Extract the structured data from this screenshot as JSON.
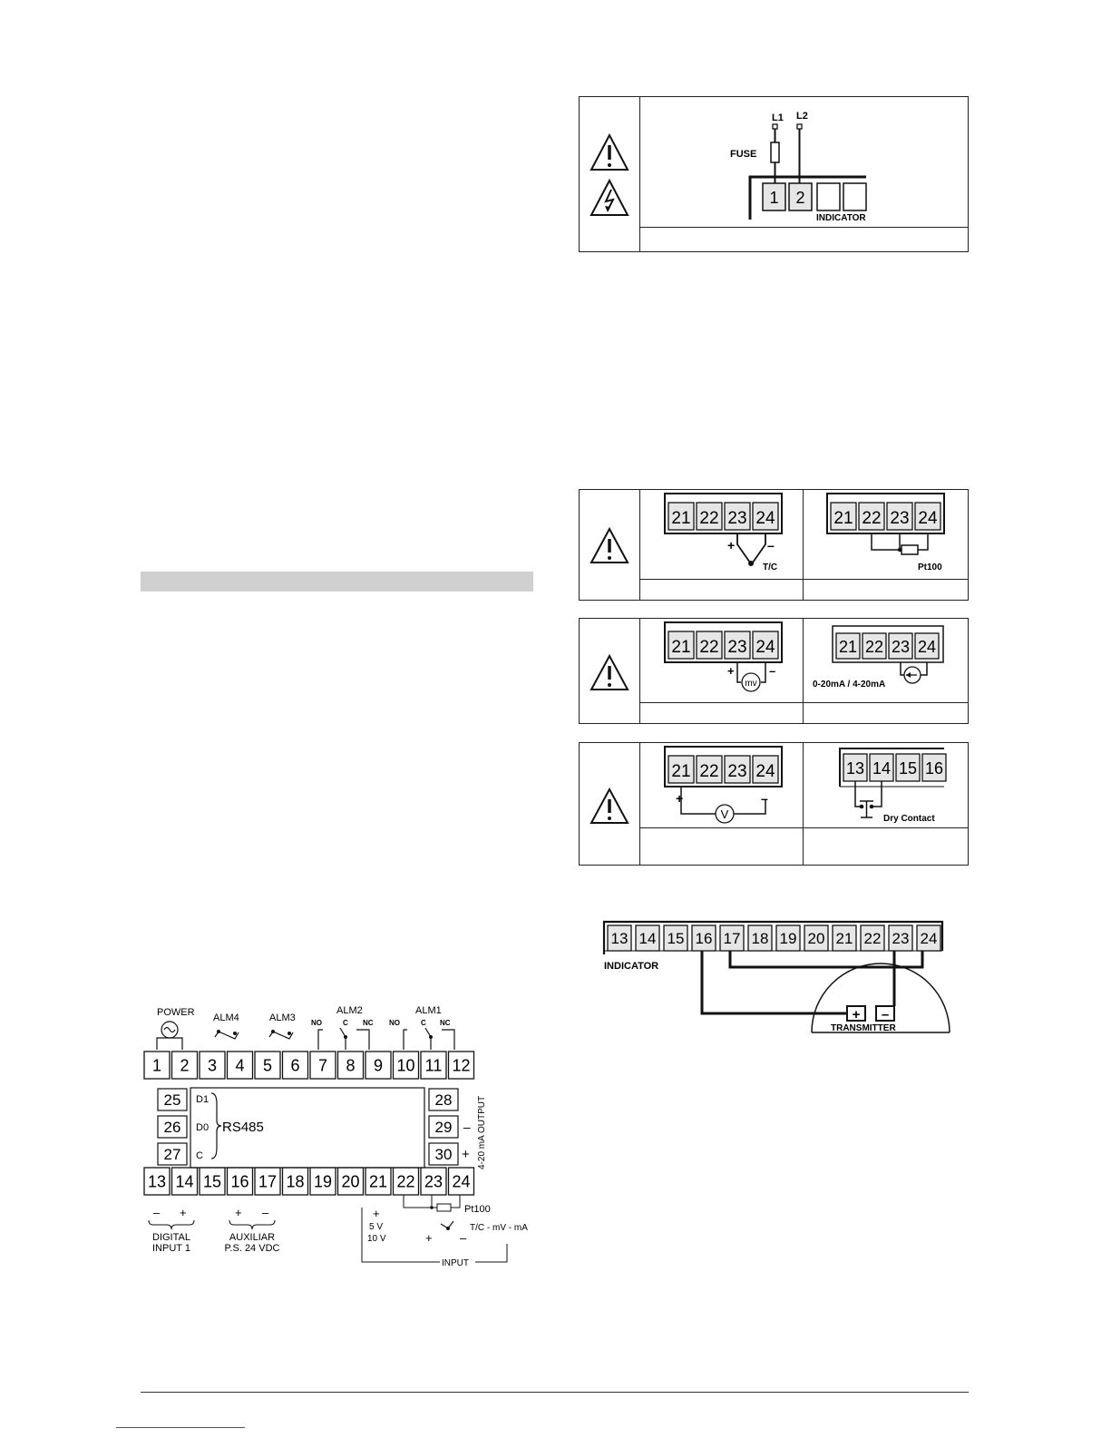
{
  "power_diagram": {
    "line1": "L1",
    "line2": "L2",
    "fuse": "FUSE",
    "terminals": [
      "1",
      "2"
    ],
    "device": "INDICATOR"
  },
  "input_diagrams": {
    "input_terminals": [
      "21",
      "22",
      "23",
      "24"
    ],
    "digital_terminals": [
      "13",
      "14",
      "15",
      "16"
    ],
    "tc_plus": "+",
    "tc_minus": "–",
    "tc_label": "T/C",
    "pt100_label": "Pt100",
    "mv_plus": "+",
    "mv_minus": "–",
    "mv_symbol": "mv",
    "ma_label": "0-20mA / 4-20mA",
    "v_plus": "+",
    "v_minus": "–",
    "v_symbol": "V",
    "dry_contact": "Dry Contact"
  },
  "transmitter_diagram": {
    "terminals": [
      "13",
      "14",
      "15",
      "16",
      "17",
      "18",
      "19",
      "20",
      "21",
      "22",
      "23",
      "24"
    ],
    "device": "INDICATOR",
    "transmitter": "TRANSMITTER",
    "plus": "+",
    "minus": "–"
  },
  "rear_panel": {
    "power": "POWER",
    "alm4": "ALM4",
    "alm3": "ALM3",
    "alm2": "ALM2",
    "alm1": "ALM1",
    "no": "NO",
    "c": "C",
    "nc": "NC",
    "top_terminals": [
      "1",
      "2",
      "3",
      "4",
      "5",
      "6",
      "7",
      "8",
      "9",
      "10",
      "11",
      "12"
    ],
    "left_terminals": [
      "25",
      "26",
      "27"
    ],
    "right_terminals": [
      "28",
      "29",
      "30"
    ],
    "d1": "D1",
    "d0": "D0",
    "c_pin": "C",
    "rs485": "RS485",
    "output_label": "4-20 mA OUTPUT",
    "out_minus": "–",
    "out_plus": "+",
    "bottom_terminals": [
      "13",
      "14",
      "15",
      "16",
      "17",
      "18",
      "19",
      "20",
      "21",
      "22",
      "23",
      "24"
    ],
    "minus": "–",
    "plus": "+",
    "digital_input_1": "DIGITAL",
    "digital_input_2": "INPUT 1",
    "auxiliar_1": "AUXILIAR",
    "auxiliar_2": "P.S. 24 VDC",
    "v5": "5 V",
    "v10": "10 V",
    "pt100": "Pt100",
    "tc_mv_ma": "T/C - mV - mA",
    "input": "INPUT"
  }
}
